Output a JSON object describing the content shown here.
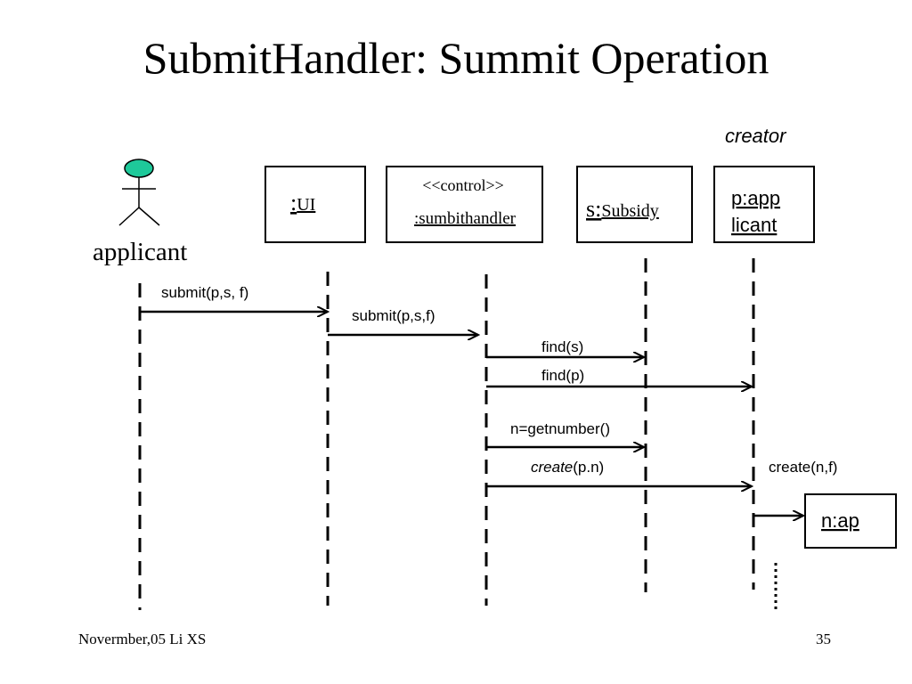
{
  "slide": {
    "title": "SubmitHandler: Summit Operation",
    "footer_left": "Novermber,05 Li XS",
    "page_number": "35"
  },
  "diagram": {
    "creator_label": "creator",
    "actor_label": "applicant",
    "actor_head_color": "#1ec99a",
    "objects": {
      "ui": {
        "prefix": ":",
        "name": "UI"
      },
      "handler": {
        "stereotype": "<<control>>",
        "name": ":sumbithandler"
      },
      "subsidy": {
        "prefix": "s:",
        "name": "Subsidy"
      },
      "applicant": {
        "line1": "p:app",
        "line2": "licant"
      },
      "new": {
        "name": "n:ap"
      }
    },
    "messages": {
      "m1": "submit(p,s, f)",
      "m2": "submit(p,s,f)",
      "m3": "find(s)",
      "m4": "find(p)",
      "m5": "n=getnumber()",
      "m6_italic": "create",
      "m6_rest": "(p.n)",
      "m7": "create(n,f)"
    }
  }
}
